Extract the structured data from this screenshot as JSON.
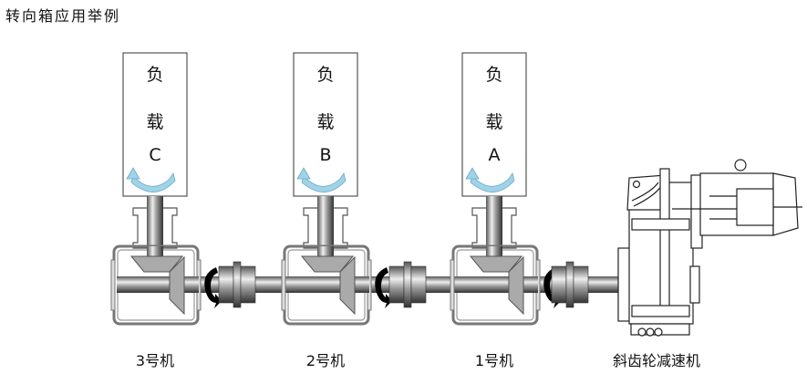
{
  "title": "转向箱应用举例",
  "loads": [
    {
      "line1": "负",
      "line2": "载",
      "letter": "C"
    },
    {
      "line1": "负",
      "line2": "载",
      "letter": "B"
    },
    {
      "line1": "负",
      "line2": "载",
      "letter": "A"
    }
  ],
  "labels": {
    "unit3": "3号机",
    "unit2": "2号机",
    "unit1": "1号机",
    "reducer": "斜齿轮减速机"
  },
  "colors": {
    "rotation_arrow": "#9fd3e8",
    "drive_arrow": "#000000",
    "outline": "#555555"
  }
}
